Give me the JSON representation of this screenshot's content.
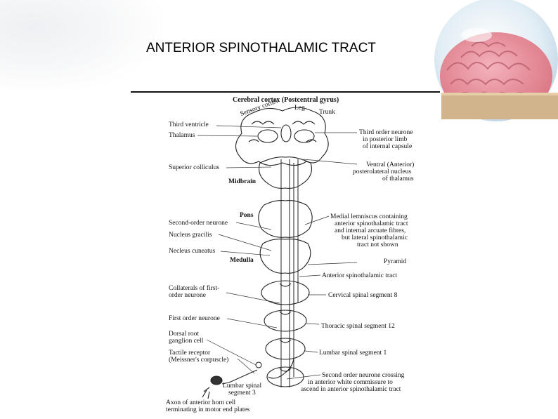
{
  "slide": {
    "title": "ANTERIOR SPINOTHALAMIC TRACT"
  },
  "colors": {
    "brain_pink": "#e88a9a",
    "globe_blue": "#cfe3ef",
    "banner_tan": "#d2b48c",
    "ink": "#111111"
  },
  "decoration": {
    "brain_icon": "brain-globe-icon"
  },
  "diagram": {
    "header": "Cerebral cortex (Postcentral gyrus)",
    "top_labels": {
      "sensory_cortex": "Sensory cortex",
      "leg": "Leg",
      "trunk": "Trunk"
    },
    "left_labels": [
      "Third ventricle",
      "Thalamus",
      "Superior colliculus",
      "Second-order neurone",
      "Nucleus gracilis",
      "Necleus cuneatus",
      "Collaterals of first-",
      "order neurone",
      "First order neurone",
      "Dorsal root",
      "ganglion cell",
      "Tactile receptor",
      "(Meissner's corpuscle)",
      "Axon of anterior horn cell",
      "terminating in motor end plates"
    ],
    "level_labels": {
      "midbrain": "Midbrain",
      "pons": "Pons",
      "medulla": "Medulla",
      "lumbar_spinal": "Lumbar spinal",
      "segment_3": "segment 3"
    },
    "right_labels": [
      "Third order neurone",
      "in posterior limb",
      "of internal capsule",
      "Ventral (Anterior)",
      "posterolateral nucleus",
      "of thalamus",
      "Medial lemniscus containing",
      "anterior spinothalamic tract",
      "and internal arcuate fibres,",
      "but lateral spinothalamic",
      "tract not shown",
      "Pyramid",
      "Anterior spinothalamic tract",
      "Cervical spinal segment 8",
      "Thoracic spinal segment 12",
      "Lumbar spinal segment 1",
      "Second order neurone crossing",
      "in anterior white commissure to",
      "ascend in anterior spinothalamic tract"
    ]
  }
}
